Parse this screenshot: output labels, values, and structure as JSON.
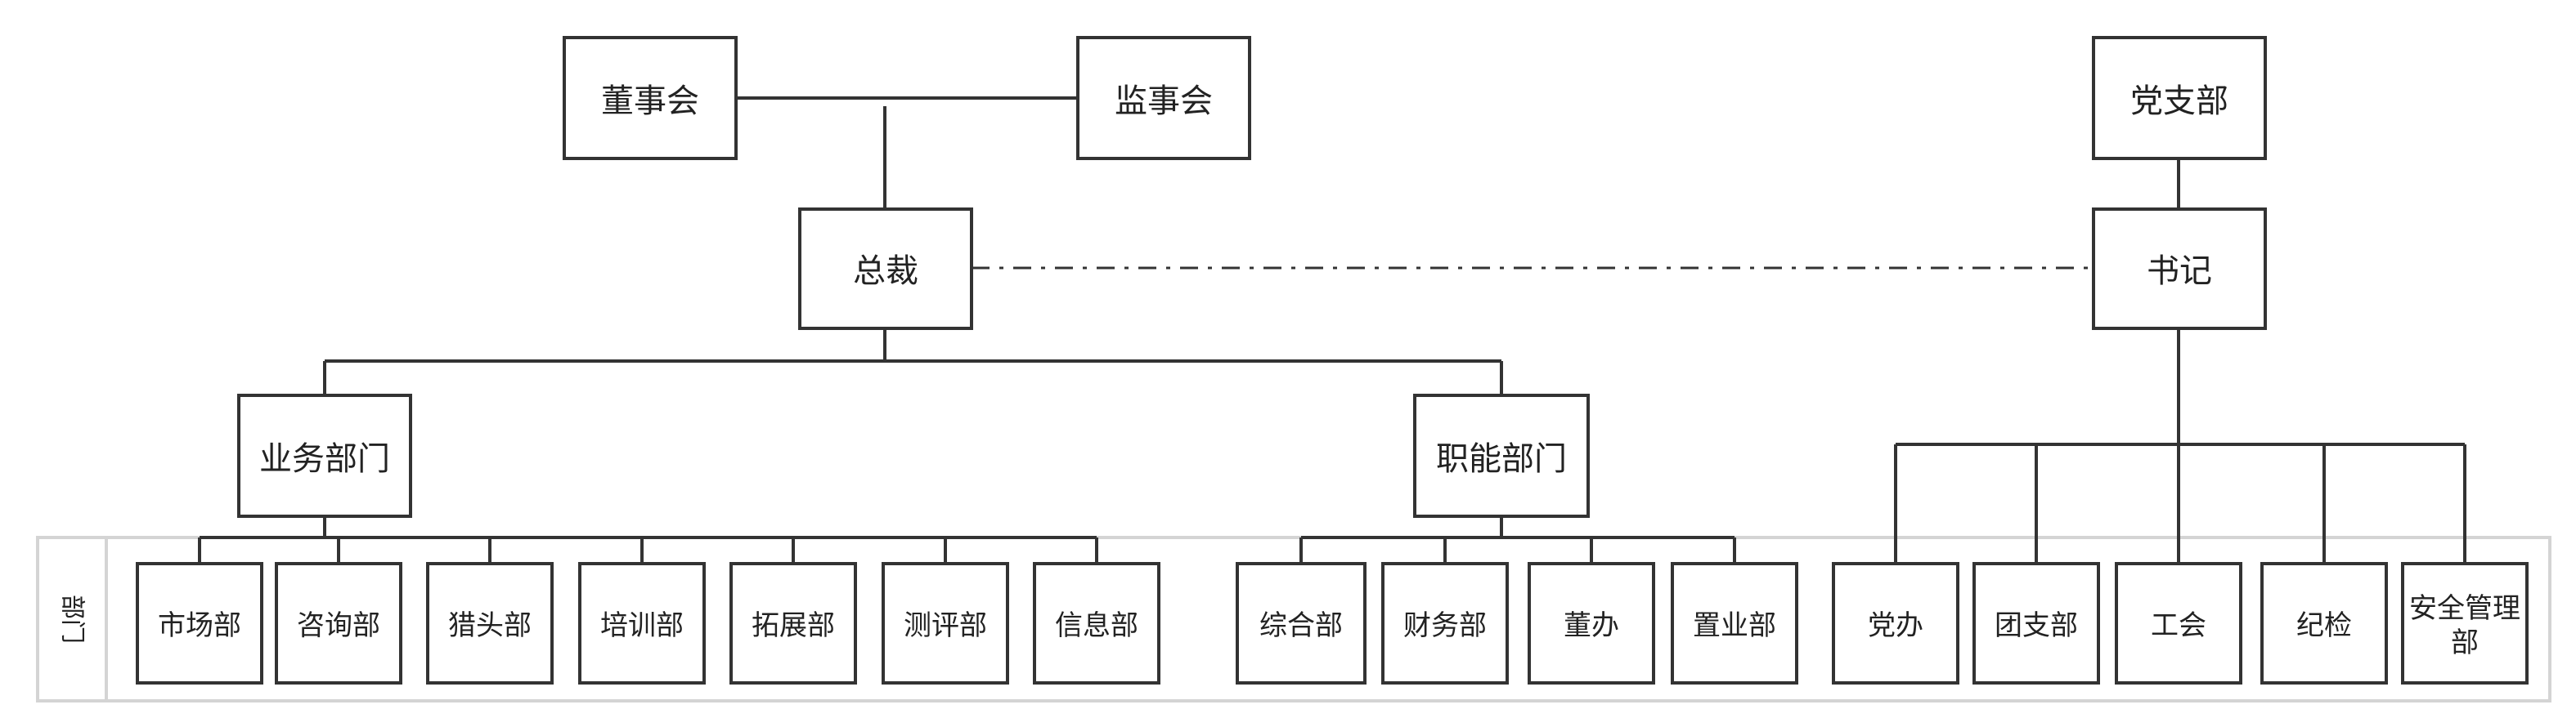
{
  "nodes": {
    "board": "董事会",
    "supervisory_board": "监事会",
    "president": "总裁",
    "party_branch": "党支部",
    "secretary": "书记",
    "business_depts": "业务部门",
    "functional_depts": "职能部门"
  },
  "swimlane": {
    "label": "部门"
  },
  "business_departments": [
    "市场部",
    "咨询部",
    "猎头部",
    "培训部",
    "拓展部",
    "测评部",
    "信息部"
  ],
  "functional_departments": [
    "综合部",
    "财务部",
    "董办",
    "置业部"
  ],
  "party_departments": [
    "党办",
    "团支部",
    "工会",
    "纪检",
    "安全管理部"
  ]
}
